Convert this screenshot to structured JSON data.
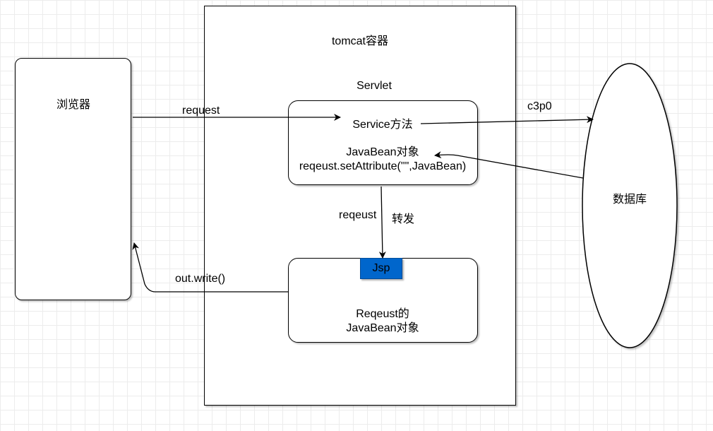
{
  "nodes": {
    "browser": {
      "label": "浏览器"
    },
    "tomcat": {
      "label": "tomcat容器"
    },
    "servlet": {
      "title": "Servlet",
      "service": "Service方法",
      "bean_line1": "JavaBean对象",
      "bean_line2": "reqeust.setAttribute(\"\",JavaBean)"
    },
    "jsp": {
      "badge": "Jsp",
      "line1": "Reqeust的",
      "line2": "JavaBean对象"
    },
    "database": {
      "label": "数据库"
    }
  },
  "edges": {
    "browser_to_servlet": "request",
    "servlet_to_db": "c3p0",
    "servlet_to_jsp_a": "reqeust",
    "servlet_to_jsp_b": "转发",
    "jsp_to_browser": "out.write()"
  },
  "colors": {
    "jsp_badge_fill": "#0066cc",
    "jsp_badge_border": "#004c99"
  }
}
